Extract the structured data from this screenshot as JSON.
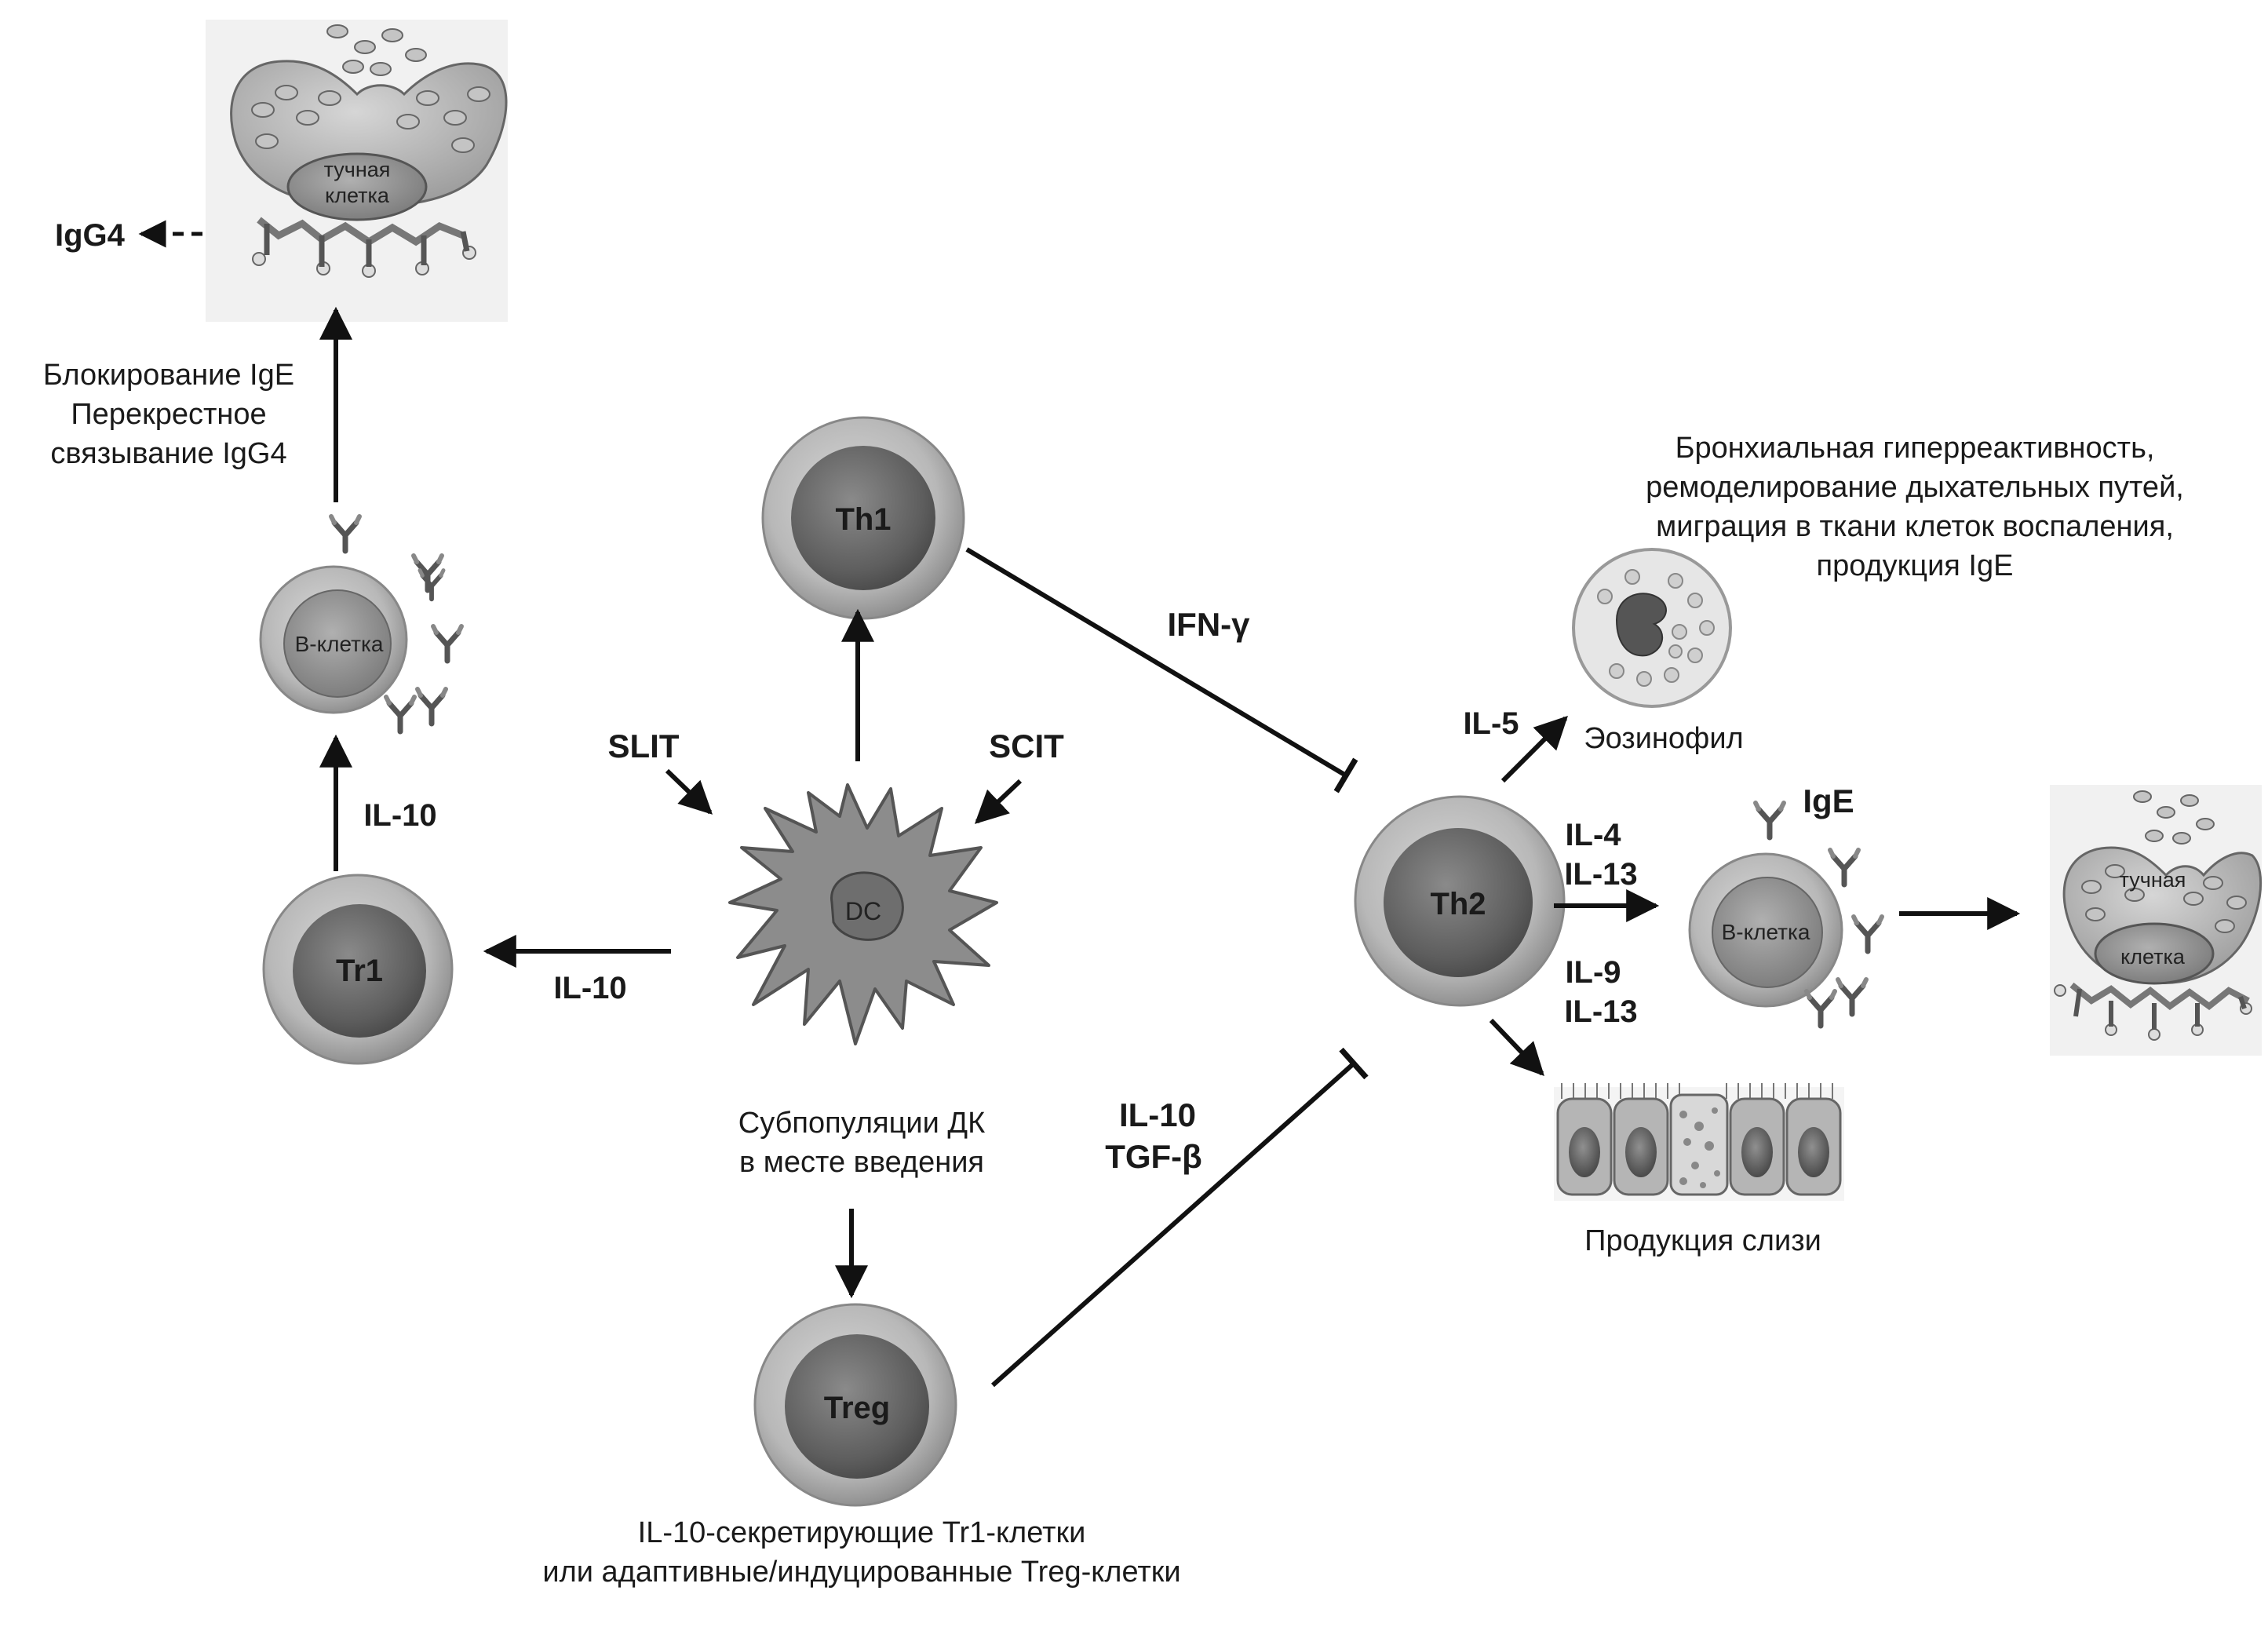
{
  "cells": {
    "th1": "Th1",
    "th2": "Th2",
    "tr1": "Tr1",
    "treg": "Treg",
    "dc": "DC",
    "bcell_left": "B-клетка",
    "bcell_right": "B-клетка",
    "mast_left": [
      "тучная",
      "клетка"
    ],
    "mast_right": [
      "тучная",
      "клетка"
    ]
  },
  "labels": {
    "igg4": "IgG4",
    "slit": "SLIT",
    "scit": "SCIT",
    "il10_up": "IL-10",
    "il10_left": "IL-10",
    "ifn": "IFN-γ",
    "il10_tgf": [
      "IL-10",
      "TGF-β"
    ],
    "il5": "IL-5",
    "il4_il13": [
      "IL-4",
      "IL-13"
    ],
    "il9_il13": [
      "IL-9",
      "IL-13"
    ],
    "ige": "IgE",
    "eosinophil": "Эозинофил",
    "mucus": "Продукция слизи",
    "blocking": [
      "Блокирование IgE",
      "Перекрестное",
      "связывание IgG4"
    ],
    "effects": [
      "Бронхиальная гиперреактивность,",
      "ремоделирование дыхательных путей,",
      "миграция в ткани клеток воспаления,",
      "продукция IgE"
    ],
    "dc_subpop": [
      "Субпопуляции ДК",
      "в месте введения"
    ],
    "treg_caption": [
      "IL-10-секретирующие Tr1-клетки",
      "или адаптивные/индуцированные Treg-клетки"
    ]
  }
}
